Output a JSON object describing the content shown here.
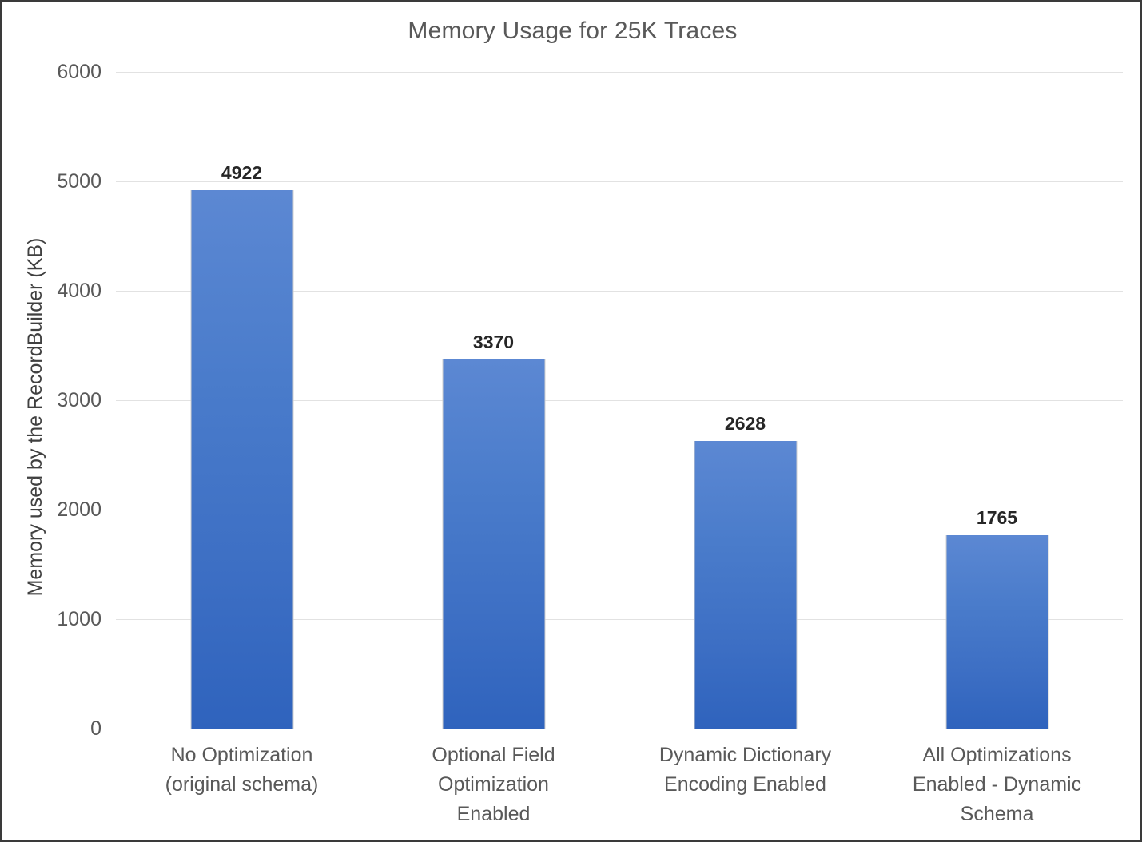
{
  "chart_data": {
    "type": "bar",
    "title": "Memory Usage for 25K Traces",
    "xlabel": "",
    "ylabel": "Memory used by the RecordBuilder (KB)",
    "categories": [
      "No Optimization (original schema)",
      "Optional Field Optimization Enabled",
      "Dynamic Dictionary Encoding Enabled",
      "All Optimizations Enabled - Dynamic Schema"
    ],
    "category_lines": [
      [
        "No Optimization",
        "(original schema)"
      ],
      [
        "Optional Field",
        "Optimization",
        "Enabled"
      ],
      [
        "Dynamic Dictionary",
        "Encoding Enabled"
      ],
      [
        "All Optimizations",
        "Enabled - Dynamic",
        "Schema"
      ]
    ],
    "values": [
      4922,
      3370,
      2628,
      1765
    ],
    "value_labels": [
      "4922",
      "3370",
      "2628",
      "1765"
    ],
    "ylim": [
      0,
      6000
    ],
    "yticks": [
      6000,
      5000,
      4000,
      3000,
      2000,
      1000,
      0
    ],
    "ytick_labels": [
      "6000",
      "5000",
      "4000",
      "3000",
      "2000",
      "1000",
      "0"
    ],
    "grid": true,
    "legend": false,
    "legend_position": "none",
    "colors": {
      "bar_top": "#5C88D3",
      "bar_bottom": "#2F63BD",
      "gridline": "#E2E2E2",
      "axis_text": "#595959",
      "data_label": "#262626",
      "title": "#595959",
      "background": "#FFFFFF",
      "border": "#3A3A3A"
    }
  }
}
